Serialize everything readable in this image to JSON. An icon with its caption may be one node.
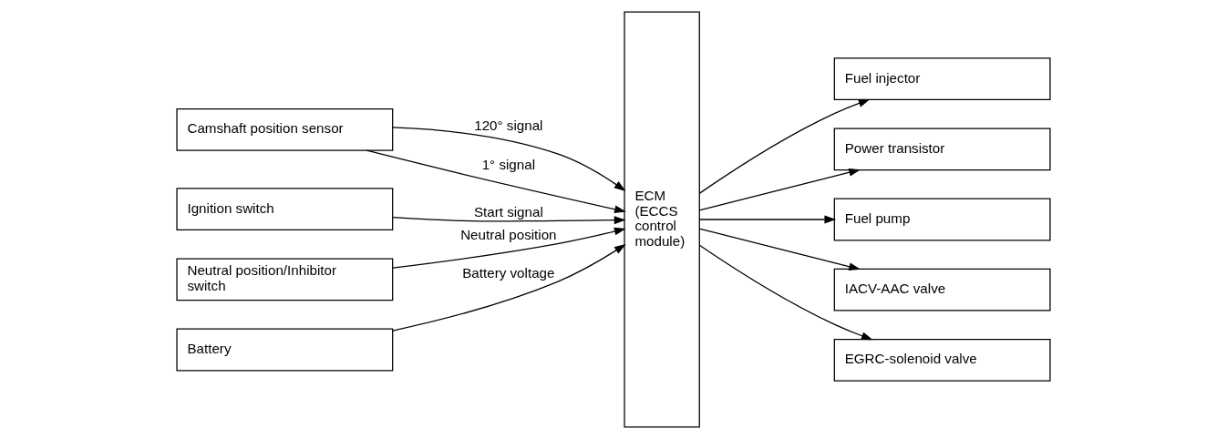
{
  "diagram": {
    "nodes": [
      {
        "text": [
          "Camshaft position sensor"
        ]
      },
      {
        "text": [
          "Ignition switch"
        ]
      },
      {
        "text": [
          "Neutral position/Inhibitor switch"
        ]
      },
      {
        "text": [
          "Battery"
        ]
      },
      {
        "text": [
          "ECM (ECCS control module)"
        ]
      },
      {
        "text": [
          "Fuel injector"
        ]
      },
      {
        "text": [
          "Power transistor"
        ]
      },
      {
        "text": [
          "Fuel pump"
        ]
      },
      {
        "text": [
          "IACV-AAC valve"
        ]
      },
      {
        "text": [
          "EGRC-solenoid valve"
        ]
      }
    ],
    "edges": [
      {
        "from": 0,
        "to": 4,
        "arrow": "to",
        "label": "120° signal"
      },
      {
        "from": 0,
        "to": 4,
        "arrow": "to",
        "label": "1° signal"
      },
      {
        "from": 1,
        "to": 4,
        "arrow": "to",
        "label": "Start signal"
      },
      {
        "from": 2,
        "to": 4,
        "arrow": "to",
        "label": "Neutral position"
      },
      {
        "from": 3,
        "to": 4,
        "arrow": "to",
        "label": "Battery voltage"
      },
      {
        "from": 4,
        "to": 5,
        "arrow": "to"
      },
      {
        "from": 4,
        "to": 6,
        "arrow": "to"
      },
      {
        "from": 4,
        "to": 7,
        "arrow": "to"
      },
      {
        "from": 4,
        "to": 8,
        "arrow": "to"
      },
      {
        "from": 4,
        "to": 9,
        "arrow": "to"
      }
    ]
  }
}
